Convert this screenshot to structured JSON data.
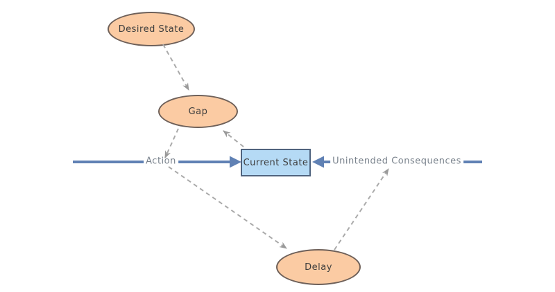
{
  "diagram": {
    "type": "causal-loop-diagram",
    "nodes": {
      "desired_state": {
        "label": "Desired State",
        "shape": "ellipse"
      },
      "gap": {
        "label": "Gap",
        "shape": "ellipse"
      },
      "current_state": {
        "label": "Current State",
        "shape": "rect"
      },
      "delay": {
        "label": "Delay",
        "shape": "ellipse"
      }
    },
    "edge_labels": {
      "action": {
        "label": "Action"
      },
      "unintended_consequences": {
        "label": "Unintended Consequences"
      }
    },
    "edges": [
      {
        "from": "Desired State",
        "to": "Gap",
        "style": "dashed-arrow"
      },
      {
        "from": "Current State",
        "to": "Gap",
        "style": "dashed-arrow"
      },
      {
        "from": "Gap",
        "to": "Action",
        "style": "dashed-arrow"
      },
      {
        "from": "Action",
        "to": "Delay",
        "style": "dashed-arrow"
      },
      {
        "from": "Delay",
        "to": "Unintended Consequences",
        "style": "dashed-arrow"
      },
      {
        "from": "Action",
        "to": "Current State",
        "style": "blue-flow-arrow"
      },
      {
        "from": "Unintended Consequences",
        "to": "Current State",
        "style": "blue-flow-arrow"
      }
    ],
    "colors": {
      "node_fill": "#fbcba3",
      "node_border": "#6e6059",
      "node_text": "#3e3e3e",
      "box_fill": "#b5daf5",
      "box_border": "#4f637e",
      "flow_blue": "#6081b4",
      "dash_gray": "#aaaaaa",
      "arrow_gray": "#9a9a9a",
      "edge_label_text": "#79828c",
      "canvas_bg": "#ffffff"
    }
  }
}
